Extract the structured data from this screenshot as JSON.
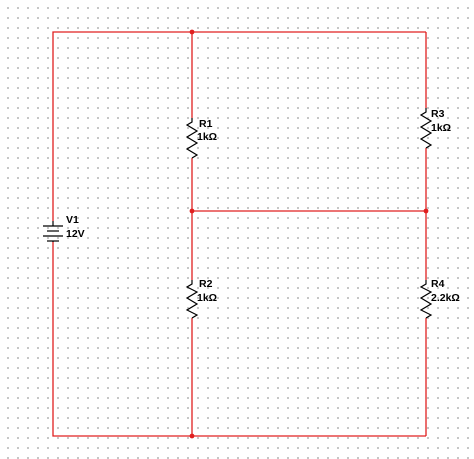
{
  "colors": {
    "wire": "#e02020",
    "component": "#000000",
    "grid_dot": "#b8b8b8",
    "background": "#ffffff"
  },
  "components": {
    "v1": {
      "name": "V1",
      "value": "12V"
    },
    "r1": {
      "name": "R1",
      "value": "1kΩ"
    },
    "r2": {
      "name": "R2",
      "value": "1kΩ"
    },
    "r3": {
      "name": "R3",
      "value": "1kΩ"
    },
    "r4": {
      "name": "R4",
      "value": "2.2kΩ"
    }
  }
}
